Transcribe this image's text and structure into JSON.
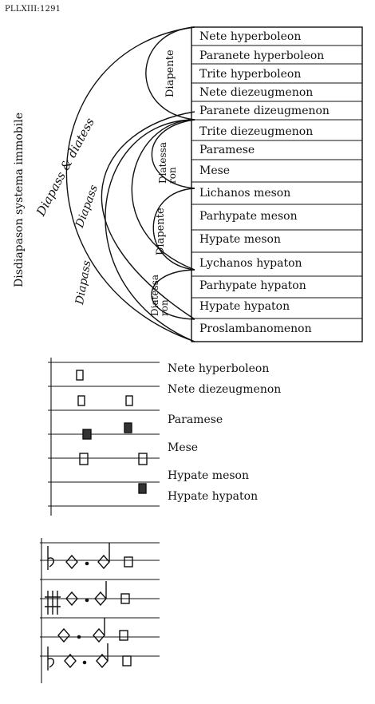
{
  "reference": "PLLXIII:1291",
  "side_title": "Disdiapason systema immobile",
  "arc_labels": {
    "outer_left": "Diapass & diatess",
    "middle_left": "Diapass",
    "inner_left": "Diapass",
    "diapente_top": "Diapente",
    "diatessaron_upper": "Diatessa ron",
    "diapente_middle": "Diapente",
    "diatessaron_lower": "Diatessa ron"
  },
  "notes_table": [
    "Nete hyperboleon",
    "Paranete hyperboleon",
    "Trite hyperboleon",
    "Nete diezeugmenon",
    "Paranete dizeugmenon",
    "Trite diezeugmenon",
    "Paramese",
    "Mese",
    "Lichanos meson",
    "Parhypate meson",
    "Hypate meson",
    "Lychanos hypaton",
    "Parhypate hypaton",
    "Hypate hypaton",
    "Proslambanomenon"
  ],
  "staff_labels": [
    "Nete hyperboleon",
    "Nete diezeugmenon",
    "Paramese",
    "Mese",
    "Hypate meson",
    "Hypate hypaton"
  ]
}
